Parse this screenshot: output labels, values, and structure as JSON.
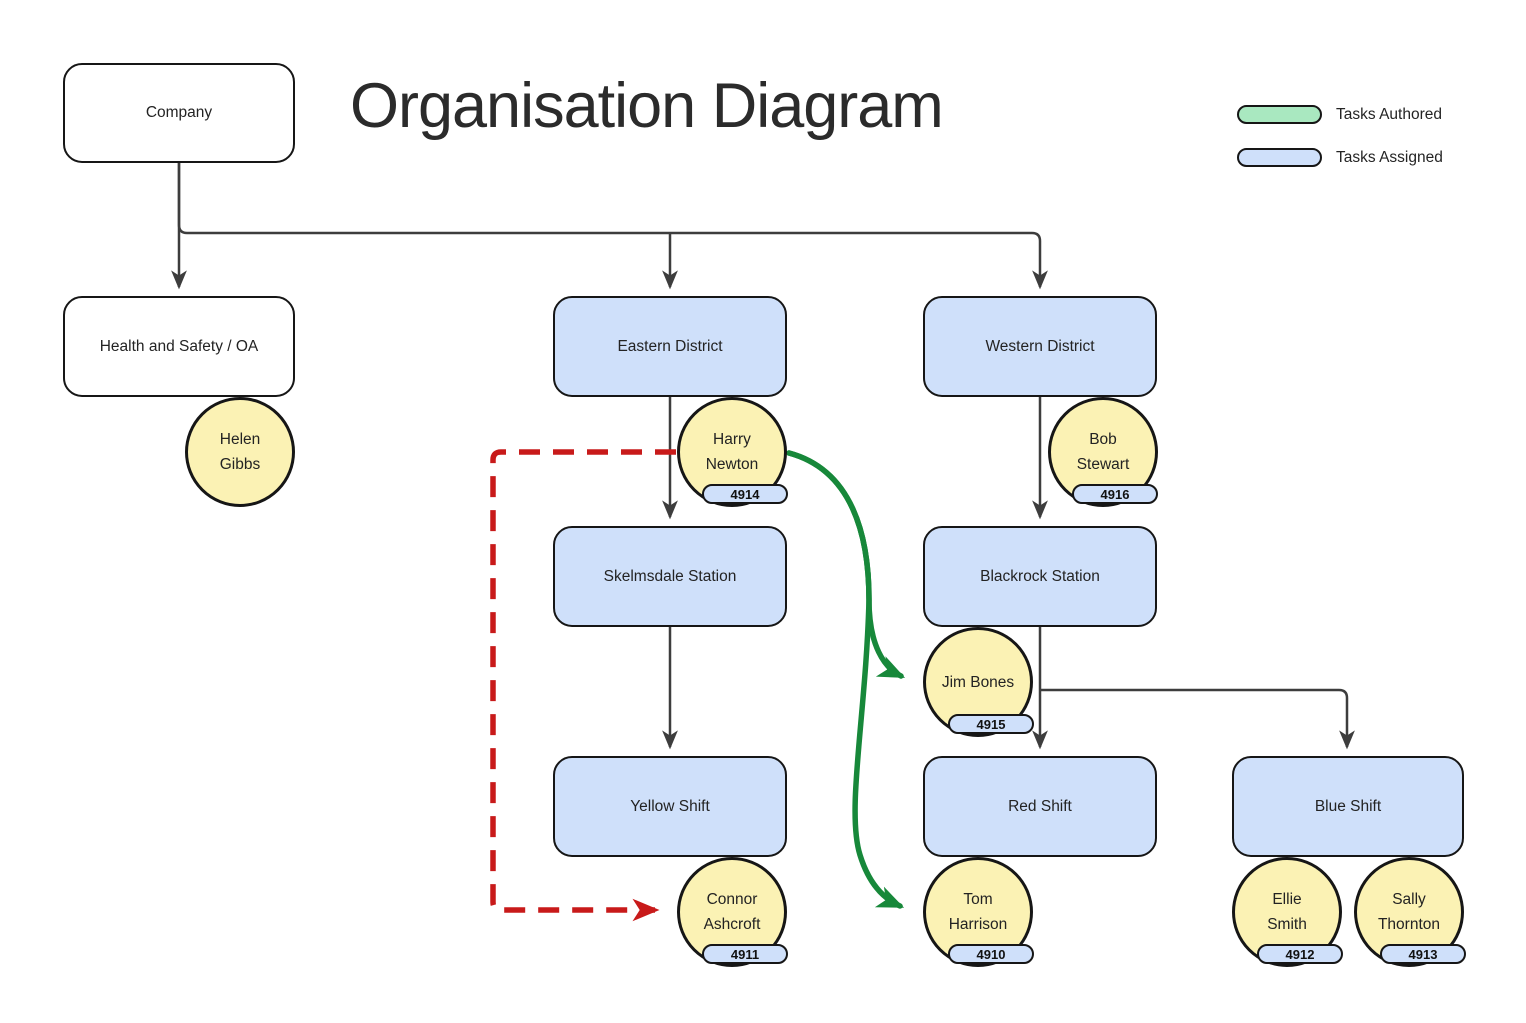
{
  "title": "Organisation Diagram",
  "legend": {
    "authored_label": "Tasks Authored",
    "assigned_label": "Tasks Assigned"
  },
  "colors": {
    "assigned_fill": "#cfe0fa",
    "authored_fill": "#a9e8c0",
    "person_fill": "#fbf2b4",
    "plain_fill": "#ffffff",
    "node_border": "#161616",
    "hierarchy_line": "#3d3d3d",
    "authored_arrow_green": "#17883a",
    "delegation_arrow_red": "#c81a1a"
  },
  "boxes": [
    {
      "id": "company",
      "label": "Company",
      "style": "plain"
    },
    {
      "id": "health-safety-oa",
      "label": "Health and Safety / OA",
      "style": "plain"
    },
    {
      "id": "eastern-district",
      "label": "Eastern District",
      "style": "assigned"
    },
    {
      "id": "western-district",
      "label": "Western District",
      "style": "assigned"
    },
    {
      "id": "skelmsdale-station",
      "label": "Skelmsdale Station",
      "style": "assigned"
    },
    {
      "id": "blackrock-station",
      "label": "Blackrock Station",
      "style": "assigned"
    },
    {
      "id": "yellow-shift",
      "label": "Yellow Shift",
      "style": "assigned"
    },
    {
      "id": "red-shift",
      "label": "Red Shift",
      "style": "assigned"
    },
    {
      "id": "blue-shift",
      "label": "Blue Shift",
      "style": "assigned"
    }
  ],
  "people": [
    {
      "id": "helen-gibbs",
      "lines": [
        "Helen",
        "Gibbs"
      ],
      "badge": "",
      "attached_to": "health-safety-oa"
    },
    {
      "id": "harry-newton",
      "lines": [
        "Harry",
        "Newton"
      ],
      "badge": "4914",
      "attached_to": "eastern-district"
    },
    {
      "id": "bob-stewart",
      "lines": [
        "Bob",
        "Stewart"
      ],
      "badge": "4916",
      "attached_to": "western-district"
    },
    {
      "id": "jim-bones",
      "lines": [
        "Jim Bones"
      ],
      "badge": "4915",
      "attached_to": "blackrock-station"
    },
    {
      "id": "connor-ashcroft",
      "lines": [
        "Connor",
        "Ashcroft"
      ],
      "badge": "4911",
      "attached_to": "yellow-shift"
    },
    {
      "id": "tom-harrison",
      "lines": [
        "Tom",
        "Harrison"
      ],
      "badge": "4910",
      "attached_to": "red-shift"
    },
    {
      "id": "ellie-smith",
      "lines": [
        "Ellie",
        "Smith"
      ],
      "badge": "4912",
      "attached_to": "blue-shift"
    },
    {
      "id": "sally-thornton",
      "lines": [
        "Sally",
        "Thornton"
      ],
      "badge": "4913",
      "attached_to": "blue-shift"
    }
  ],
  "edges": [
    {
      "from": "company",
      "to": "health-safety-oa",
      "type": "hierarchy"
    },
    {
      "from": "company",
      "to": "eastern-district",
      "type": "hierarchy"
    },
    {
      "from": "company",
      "to": "western-district",
      "type": "hierarchy"
    },
    {
      "from": "eastern-district",
      "to": "skelmsdale-station",
      "type": "hierarchy"
    },
    {
      "from": "skelmsdale-station",
      "to": "yellow-shift",
      "type": "hierarchy"
    },
    {
      "from": "western-district",
      "to": "blackrock-station",
      "type": "hierarchy"
    },
    {
      "from": "blackrock-station",
      "to": "red-shift",
      "type": "hierarchy"
    },
    {
      "from": "blackrock-station",
      "to": "blue-shift",
      "type": "hierarchy"
    },
    {
      "from": "harry-newton",
      "to": "connor-ashcroft",
      "type": "red-dashed"
    },
    {
      "from": "harry-newton",
      "to": "jim-bones",
      "type": "green-solid"
    },
    {
      "from": "harry-newton",
      "to": "tom-harrison",
      "type": "green-solid"
    }
  ]
}
